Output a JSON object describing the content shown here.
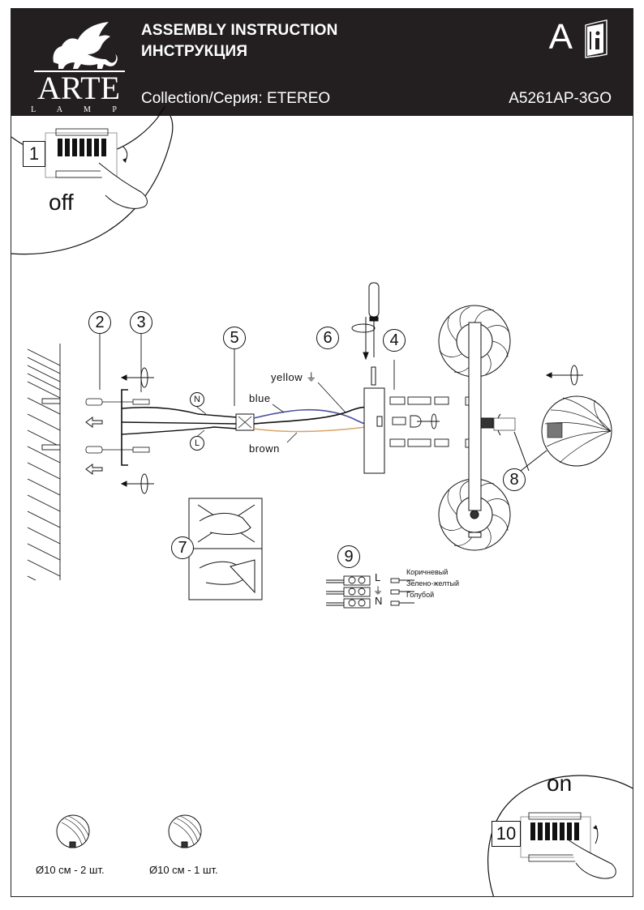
{
  "header": {
    "brand": "ARTE",
    "brand_sub": "L A M P",
    "title_en": "ASSEMBLY INSTRUCTION",
    "title_ru": "ИНСТРУКЦИЯ",
    "collection": "Collection/Серия: ETEREO",
    "model": "A5261AP-3GO",
    "language_badge": "A",
    "icons": [
      "winged-lion-logo",
      "instruction-book-icon"
    ]
  },
  "steps": [
    {
      "number": "1",
      "caption": "off",
      "icon": "circuit-breaker-off"
    },
    {
      "number": "2",
      "icon": "wall-plug"
    },
    {
      "number": "3",
      "icon": "screw"
    },
    {
      "number": "4",
      "icon": "mounting-plate"
    },
    {
      "number": "5",
      "icon": "terminal-block"
    },
    {
      "number": "6",
      "icon": "screwdriver"
    },
    {
      "number": "7",
      "icon": "glove-bulb"
    },
    {
      "number": "8",
      "icon": "shade-attach"
    },
    {
      "number": "9",
      "icon": "wiring-terminal"
    },
    {
      "number": "10",
      "caption": "on",
      "icon": "circuit-breaker-on"
    }
  ],
  "wire_labels": {
    "yellow": "yellow ⏚",
    "blue": "blue",
    "brown": "brown",
    "neutral": "N",
    "live": "L"
  },
  "terminal": {
    "rows": [
      {
        "symbol": "L",
        "label": "Коричневый"
      },
      {
        "symbol": "⏚",
        "label": "Зелено-желтый"
      },
      {
        "symbol": "N",
        "label": "Голубой"
      }
    ]
  },
  "bulbs": [
    {
      "caption": "Ø10 см - 2 шт."
    },
    {
      "caption": "Ø10 см - 1 шт."
    }
  ],
  "colors": {
    "header_bg": "#231f20",
    "blue_wire": "#4a4f9a",
    "brown_wire": "#d9a46a"
  }
}
